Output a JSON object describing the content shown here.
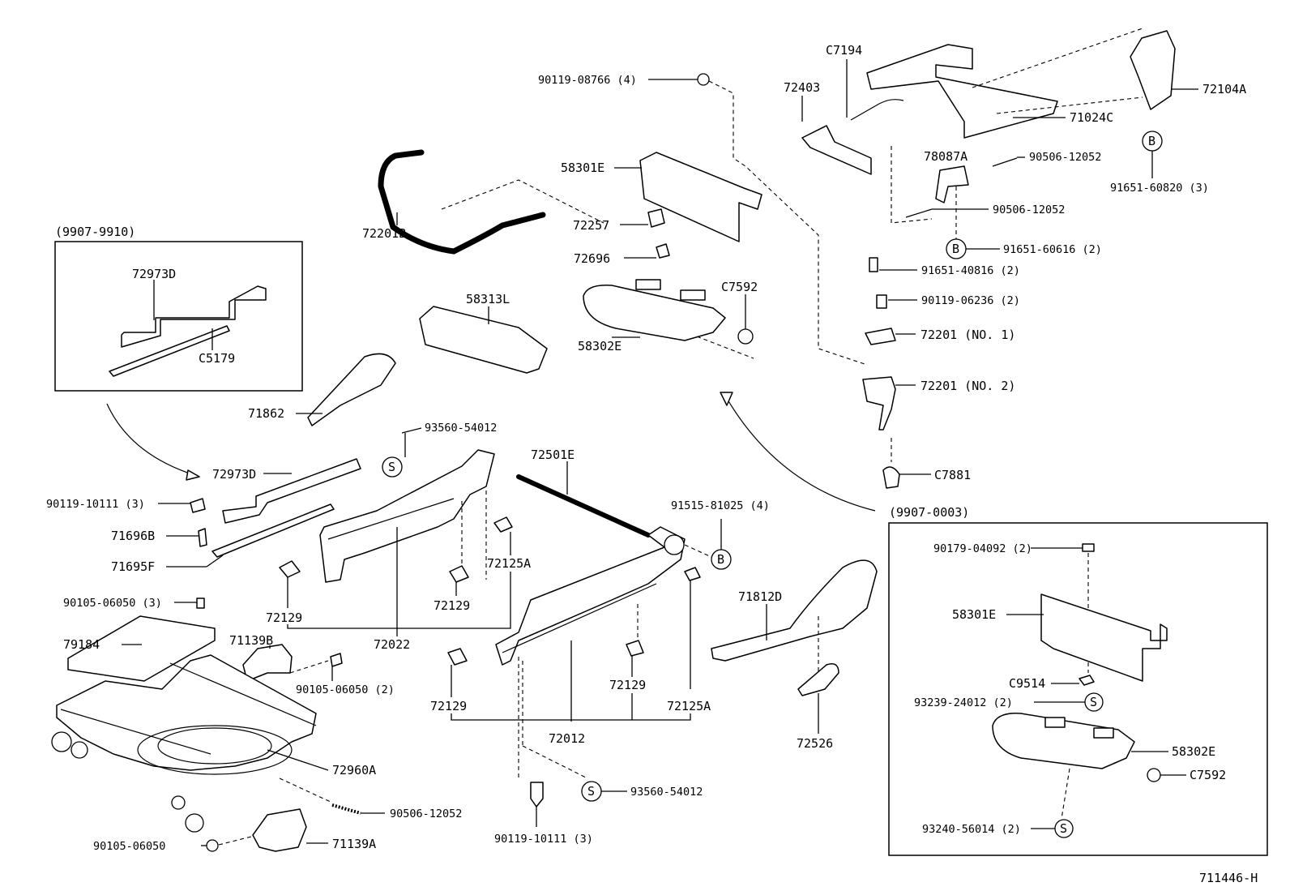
{
  "diagram_id": "711446-H",
  "inset_left": {
    "label": "(9907-9910)",
    "parts": [
      "72973D",
      "C5179"
    ]
  },
  "inset_right": {
    "label": "(9907-0003)",
    "parts": [
      "90179-04092 (2)",
      "58301E",
      "C9514",
      "93239-24012 (2)",
      "58302E",
      "C7592",
      "93240-56014 (2)"
    ]
  },
  "symbols": {
    "s": "S",
    "b": "B"
  },
  "labels": {
    "p90119_08766": "90119-08766 (4)",
    "c7194": "C7194",
    "p72403": "72403",
    "p72104a": "72104A",
    "p71024c": "71024C",
    "p78087a": "78087A",
    "p90506_12052_a": "90506-12052",
    "p90506_12052_b": "90506-12052",
    "p91651_60820": "91651-60820 (3)",
    "p91651_60616": "91651-60616 (2)",
    "p91651_40816": "91651-40816 (2)",
    "p90119_06236": "90119-06236 (2)",
    "p72201_no1": "72201 (NO. 1)",
    "p72201_no2": "72201 (NO. 2)",
    "c7881": "C7881",
    "p58301e": "58301E",
    "p72257": "72257",
    "p72696": "72696",
    "c7592": "C7592",
    "p58302e": "58302E",
    "p72201b": "72201B",
    "p58313l": "58313L",
    "p71862": "71862",
    "p93560_54012_a": "93560-54012",
    "p72973d_main": "72973D",
    "p90119_10111_a": "90119-10111 (3)",
    "p71696b": "71696B",
    "p71695f": "71695F",
    "p72501e": "72501E",
    "p72125a_a": "72125A",
    "p72129_a": "72129",
    "p72129_b": "72129",
    "p72022": "72022",
    "p91515_81025": "91515-81025 (4)",
    "p71812d": "71812D",
    "p90105_06050_a": "90105-06050 (3)",
    "p79184": "79184",
    "p71139b": "71139B",
    "p90105_06050_b": "90105-06050 (2)",
    "p72129_c": "72129",
    "p72129_d": "72129",
    "p72125a_b": "72125A",
    "p72012": "72012",
    "p72526": "72526",
    "p72960a": "72960A",
    "p90506_12052_c": "90506-12052",
    "p93560_54012_b": "93560-54012",
    "p90119_10111_b": "90119-10111 (3)",
    "p90105_06050_c": "90105-06050",
    "p71139a": "71139A"
  }
}
